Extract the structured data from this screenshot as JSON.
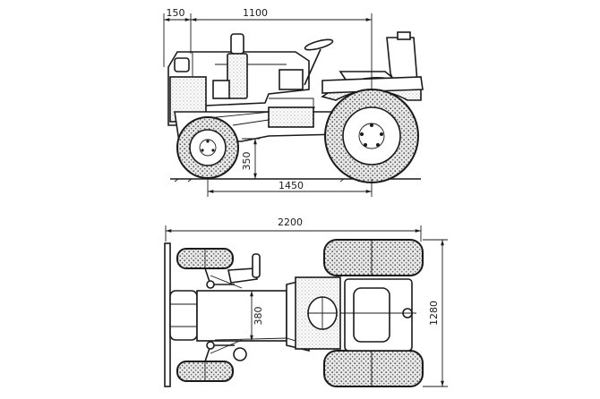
{
  "dimensions": {
    "front_overhang": "150",
    "wheelbase_top": "1100",
    "ground_clearance": "350",
    "wheelbase": "1450",
    "overall_length": "2200",
    "front_track": "380",
    "overall_width": "1280"
  },
  "colors": {
    "ink": "#1a1a1a",
    "paper": "#ffffff",
    "stipple": "#8a8a8a"
  }
}
